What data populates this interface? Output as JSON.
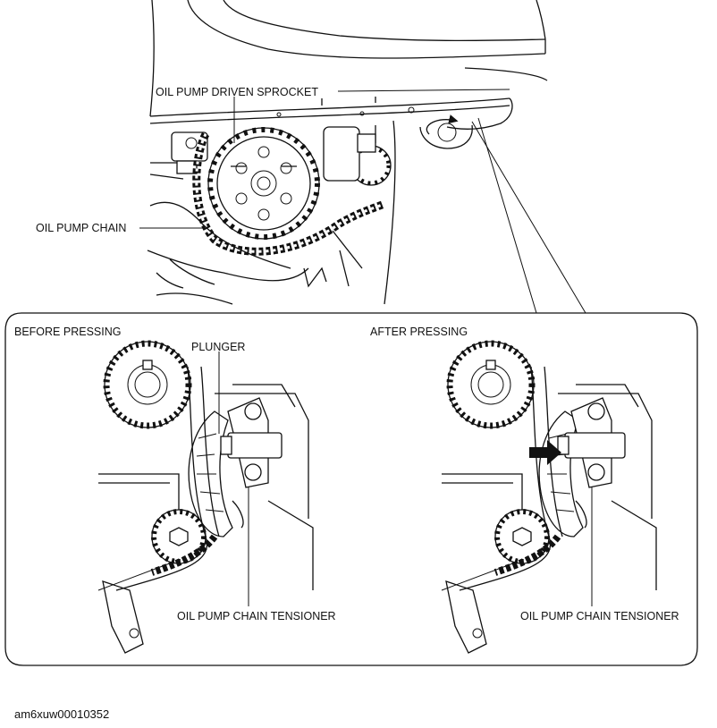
{
  "labels": {
    "driven_sprocket": "OIL PUMP DRIVEN SPROCKET",
    "pump_chain": "OIL PUMP CHAIN",
    "before_pressing": "BEFORE PRESSING",
    "after_pressing": "AFTER PRESSING",
    "plunger": "PLUNGER",
    "tensioner_left": "OIL PUMP CHAIN TENSIONER",
    "tensioner_right": "OIL PUMP CHAIN TENSIONER"
  },
  "figure_id": "am6xuw00010352"
}
